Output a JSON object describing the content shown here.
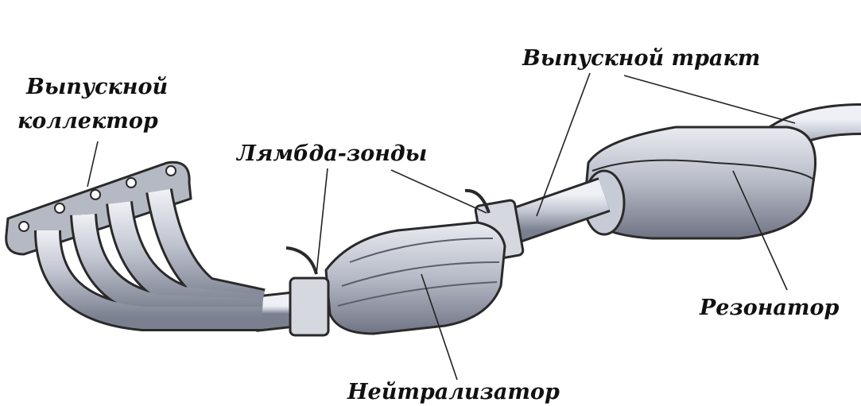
{
  "diagram": {
    "labels": {
      "manifold_line1": "Выпускной",
      "manifold_line2": "коллектор",
      "lambda": "Лямбда-зонды",
      "tract": "Выпускной тракт",
      "resonator": "Резонатор",
      "converter": "Нейтрализатор"
    },
    "colors": {
      "metal": "#b8bcc8",
      "metal_dark": "#6e7380",
      "outline": "#2a2a2a"
    }
  }
}
